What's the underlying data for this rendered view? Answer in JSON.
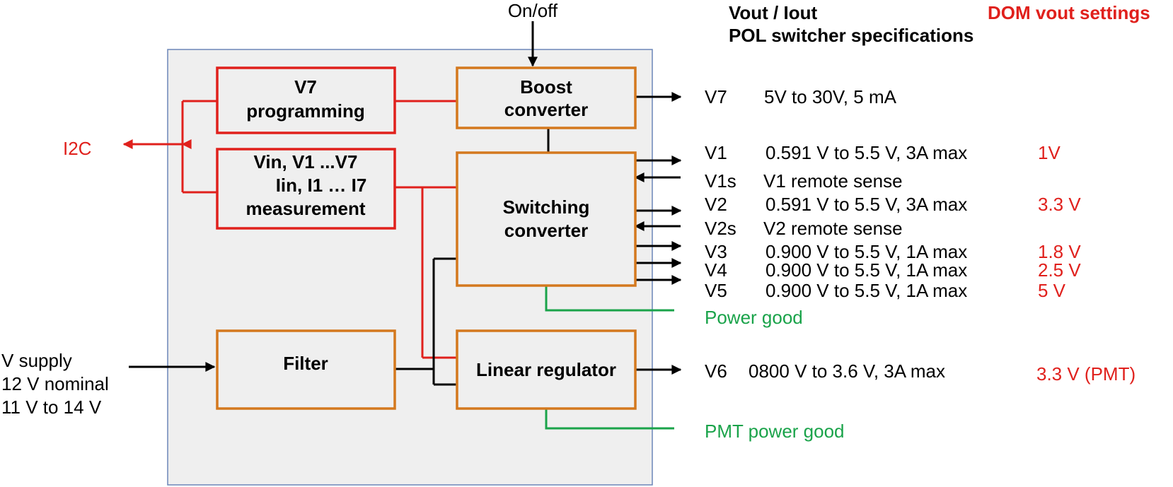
{
  "header": {
    "title_line1": "Vout / Iout",
    "title_line2": "POL switcher specifications",
    "dom_title": "DOM vout settings"
  },
  "colors": {
    "red": "#e0201c",
    "orange": "#d4781e",
    "green": "#1aa34a",
    "panel_bg": "#efefef",
    "panel_border": "#6b86b8"
  },
  "inputs": {
    "on_off": "On/off",
    "i2c": "I2C",
    "supply_line1": "V supply",
    "supply_line2": "12 V nominal",
    "supply_line3": "11 V to 14 V"
  },
  "blocks": {
    "v7_programming": [
      "V7",
      "programming"
    ],
    "measurement": [
      "Vin, V1 ...V7",
      "Iin, I1 … I7",
      "measurement"
    ],
    "boost": [
      "Boost",
      "converter"
    ],
    "switching": [
      "Switching",
      "converter"
    ],
    "filter": [
      "Filter"
    ],
    "linear": [
      "Linear regulator"
    ]
  },
  "outputs": [
    {
      "name": "V7",
      "spec": "5V to 30V, 5 mA",
      "setting": ""
    },
    {
      "name": "V1",
      "spec": "0.591 V to  5.5 V, 3A max",
      "setting": "1V"
    },
    {
      "name": "V1s",
      "spec": "V1 remote sense",
      "setting": ""
    },
    {
      "name": "V2",
      "spec": "0.591 V to  5.5 V, 3A max",
      "setting": "3.3 V"
    },
    {
      "name": "V2s",
      "spec": "V2 remote sense",
      "setting": ""
    },
    {
      "name": "V3",
      "spec": "0.900 V to  5.5 V, 1A max",
      "setting": "1.8 V"
    },
    {
      "name": "V4",
      "spec": "0.900 V to  5.5 V, 1A max",
      "setting": "2.5 V"
    },
    {
      "name": "V5",
      "spec": "0.900 V to  5.5 V, 1A max",
      "setting": "5 V"
    },
    {
      "name": "V6",
      "spec": "0800 V to  3.6 V, 3A max",
      "setting": "3.3 V (PMT)"
    }
  ],
  "signals": {
    "power_good": "Power good",
    "pmt_power_good": "PMT power good"
  }
}
